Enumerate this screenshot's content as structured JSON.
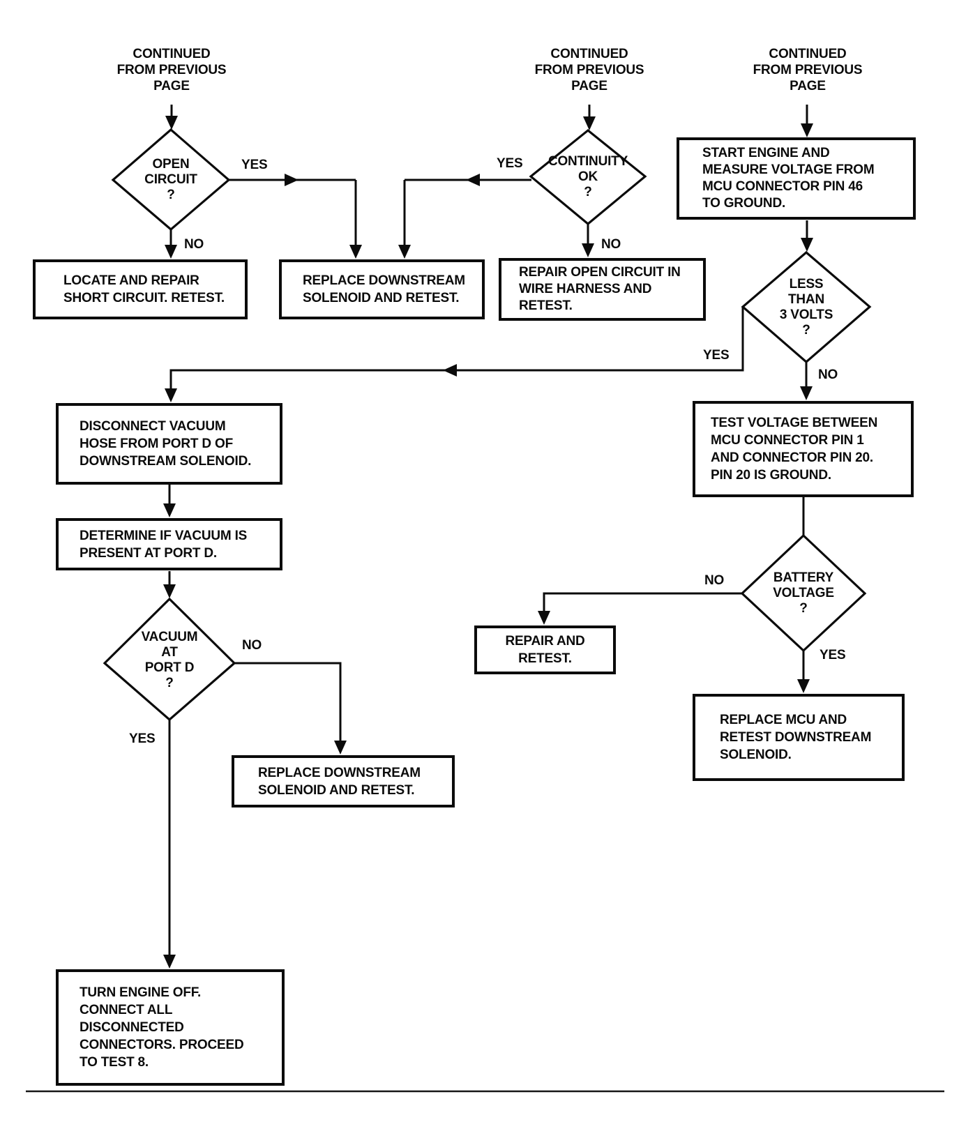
{
  "continued_labels": [
    "CONTINUED\nFROM PREVIOUS\nPAGE",
    "CONTINUED\nFROM PREVIOUS\nPAGE",
    "CONTINUED\nFROM PREVIOUS\nPAGE"
  ],
  "decisions": {
    "open_circuit": "OPEN\nCIRCUIT\n?",
    "continuity_ok": "CONTINUITY\nOK\n?",
    "less_than_3_volts": "LESS\nTHAN\n3 VOLTS\n?",
    "battery_voltage": "BATTERY\nVOLTAGE\n?",
    "vacuum_at_port_d": "VACUUM\nAT\nPORT D\n?"
  },
  "processes": {
    "locate_repair_short": "LOCATE AND REPAIR\nSHORT CIRCUIT. RETEST.",
    "replace_downstream_top": "REPLACE DOWNSTREAM\nSOLENOID AND RETEST.",
    "repair_open_circuit": "REPAIR OPEN CIRCUIT IN\nWIRE HARNESS AND\nRETEST.",
    "start_engine_measure": "START ENGINE AND\nMEASURE VOLTAGE FROM\nMCU CONNECTOR PIN 46\nTO GROUND.",
    "test_voltage_pins": "TEST VOLTAGE BETWEEN\nMCU CONNECTOR PIN 1\nAND CONNECTOR PIN 20.\nPIN 20 IS GROUND.",
    "disconnect_vacuum_hose": "DISCONNECT VACUUM\nHOSE FROM PORT D OF\nDOWNSTREAM SOLENOID.",
    "determine_vacuum": "DETERMINE IF VACUUM IS\nPRESENT AT PORT D.",
    "repair_and_retest": "REPAIR AND\nRETEST.",
    "replace_mcu": "REPLACE MCU AND\nRETEST DOWNSTREAM\nSOLENOID.",
    "replace_downstream_left": "REPLACE DOWNSTREAM\nSOLENOID AND RETEST.",
    "turn_engine_off": "TURN ENGINE OFF.\nCONNECT ALL\nDISCONNECTED\nCONNECTORS. PROCEED\nTO TEST 8."
  },
  "edge_labels": {
    "open_circuit_yes": "YES",
    "open_circuit_no": "NO",
    "continuity_yes": "YES",
    "continuity_no": "NO",
    "less_than_3_volts_yes": "YES",
    "less_than_3_volts_no": "NO",
    "battery_voltage_no": "NO",
    "battery_voltage_yes": "YES",
    "vacuum_no": "NO",
    "vacuum_yes": "YES"
  },
  "colors": {
    "ink": "#0b0b0b",
    "paper": "#ffffff"
  }
}
